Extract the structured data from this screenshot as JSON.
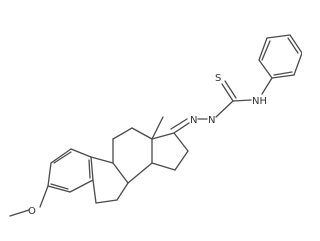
{
  "structure": {
    "atom_labels": {
      "methoxy_oxygen": "O",
      "hydrazone_n_ring": "N",
      "hydrazone_n_chain": "N",
      "amide_nh": "NH",
      "thione_sulfur": "S"
    },
    "substituents": {
      "methyl_text": ""
    }
  }
}
